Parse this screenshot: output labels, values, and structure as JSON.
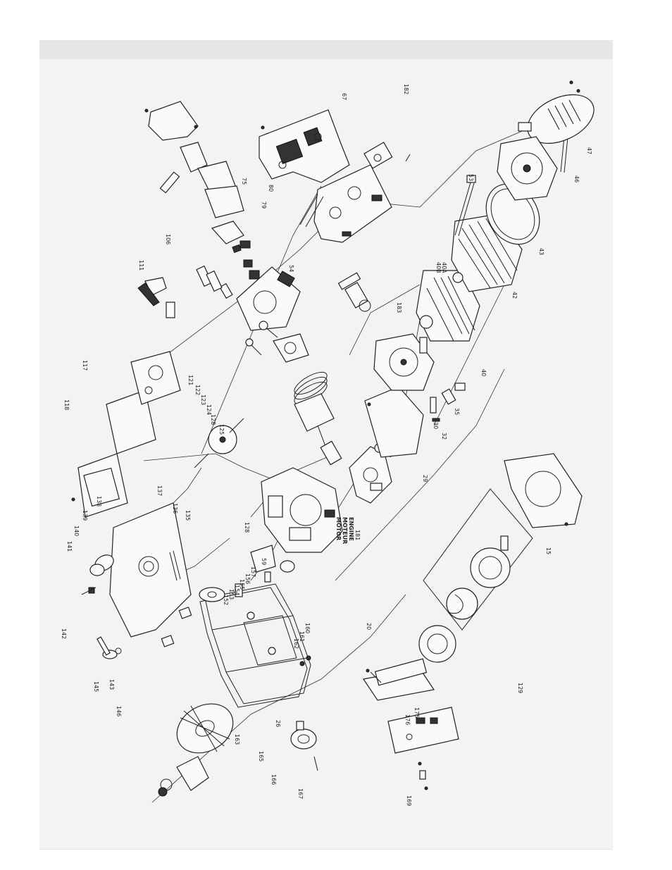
{
  "diagram": {
    "labels": {
      "l67": "67",
      "l182": "182",
      "l80": "80",
      "l75": "75",
      "l79": "79",
      "l54": "54",
      "l106": "106",
      "l111": "111",
      "l117": "117",
      "l118": "118",
      "l121": "121",
      "l122": "122",
      "l123": "123",
      "l124": "124",
      "l128": "128",
      "l125": "125",
      "l137": "137",
      "l136": "136",
      "l135": "135",
      "l138": "138",
      "l139": "139",
      "l140": "140",
      "l141": "141",
      "l142": "142",
      "l145": "145",
      "l143": "143",
      "l146": "146",
      "l47": "47",
      "l46": "46",
      "l53": "53",
      "l43": "43",
      "l42": "42",
      "l40A": "40A",
      "l40B": "40B",
      "l183": "183",
      "l40": "40",
      "l35": "35",
      "l30": "30",
      "l32": "32",
      "l29": "29",
      "l15": "15",
      "l181": "181",
      "engine_en": "ENGINE",
      "engine_fr": "MOTEUR",
      "engine_es": "MOTOR",
      "l128b": "128",
      "l59": "59",
      "l157": "157",
      "l156": "156",
      "l155": "155",
      "l154": "154",
      "l153": "153",
      "l152": "152",
      "l160": "160",
      "l161": "161",
      "l162": "162",
      "l20": "20",
      "l129": "129",
      "l176": "176",
      "l175": "175",
      "l26": "26",
      "l163": "163",
      "l165": "165",
      "l166": "166",
      "l167": "167",
      "l169": "169"
    }
  }
}
